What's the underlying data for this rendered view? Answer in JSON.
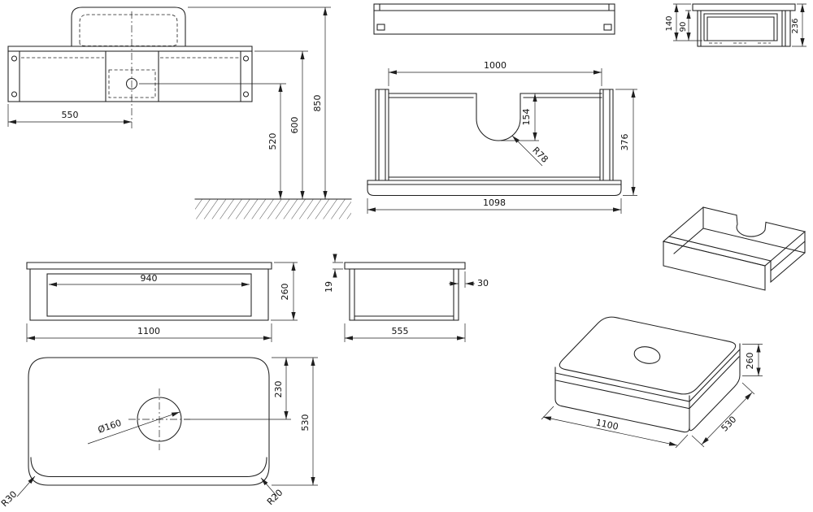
{
  "meta": {
    "drawing_type": "bathroom vanity dimensioned technical drawing",
    "line_color": "#1f1f1f",
    "background_color": "#ffffff"
  },
  "views": {
    "front_elevation": {
      "name": "wall-mounted front elevation with basin",
      "dims": {
        "basin_center": "550",
        "drain_height": "520",
        "counter_underside_height": "600",
        "total_height": "850"
      }
    },
    "carcass_front": {
      "name": "carcass front section with sink cutout",
      "dims": {
        "inner_width": "1000",
        "cutout_depth": "154",
        "cutout_radius": "R78",
        "height": "376",
        "outer_width": "1098"
      }
    },
    "side_section": {
      "name": "side section of drawer",
      "dims": {
        "front_height": "140",
        "inner_height": "90",
        "overall": "236"
      }
    },
    "drawer_perspective": {
      "name": "drawer 3d sketch"
    },
    "cabinet_front": {
      "name": "cabinet front view",
      "dims": {
        "drawer_width": "940",
        "height": "260",
        "width": "1100"
      }
    },
    "cabinet_side": {
      "name": "cabinet side view",
      "dims": {
        "top_thickness": "19",
        "back_offset": "30",
        "depth": "555"
      }
    },
    "counter_plan": {
      "name": "countertop plan view",
      "dims": {
        "hole_diameter": "Ø160",
        "hole_center_offset": "230",
        "depth": "530",
        "corner_radius_left": "R30",
        "corner_radius_right": "R20"
      }
    },
    "vanity_perspective": {
      "name": "vanity 3d sketch",
      "dims": {
        "width": "1100",
        "depth": "530",
        "height": "260"
      }
    }
  }
}
